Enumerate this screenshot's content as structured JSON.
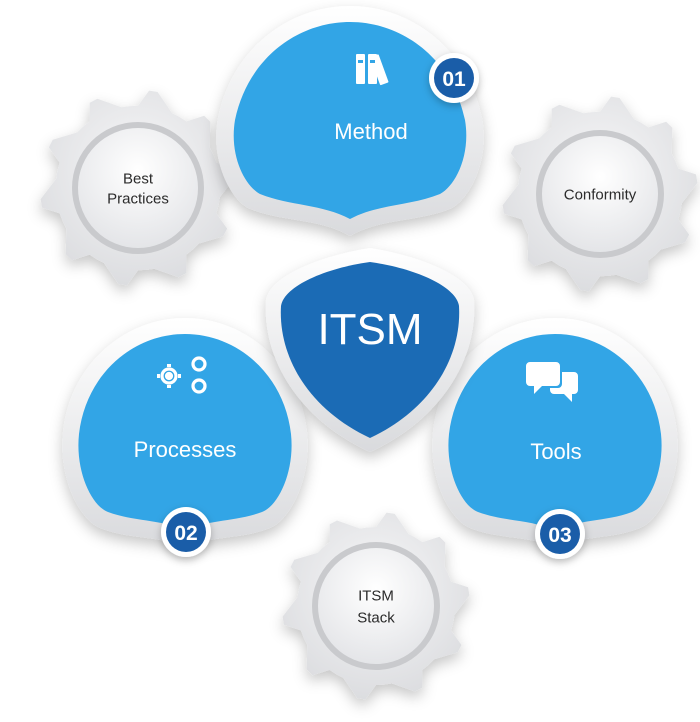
{
  "center": {
    "label": "ITSM"
  },
  "petals": [
    {
      "id": "method",
      "label": "Method",
      "number": "01",
      "icon": "books-icon"
    },
    {
      "id": "processes",
      "label": "Processes",
      "number": "02",
      "icon": "gears-icon"
    },
    {
      "id": "tools",
      "label": "Tools",
      "number": "03",
      "icon": "speech-bubbles-icon"
    }
  ],
  "gears": [
    {
      "id": "best-practices",
      "lines": [
        "Best",
        "Practices"
      ]
    },
    {
      "id": "conformity",
      "lines": [
        "Conformity"
      ]
    },
    {
      "id": "itsm-stack",
      "lines": [
        "ITSM",
        "Stack"
      ]
    }
  ],
  "colors": {
    "petal_blue": "#32a5e6",
    "center_blue": "#1b6bb5",
    "badge_blue": "#1a5da8",
    "gear_grey": "#e9eaec",
    "text_dark": "#2b2b2b",
    "text_white": "#ffffff"
  }
}
